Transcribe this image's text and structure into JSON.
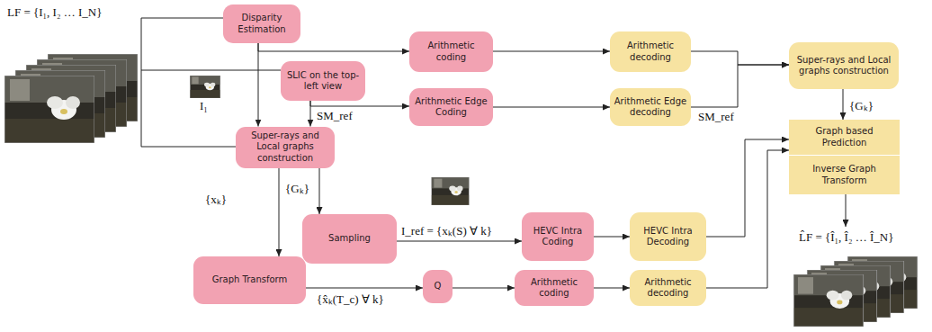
{
  "diagram": {
    "nodes": [
      {
        "text": [
          "Disparity Estimation"
        ]
      },
      {
        "text": [
          "Arithmetic coding"
        ]
      },
      {
        "text": [
          "Arithmetic decoding"
        ]
      },
      {
        "text": [
          "SLIC on the top-left view"
        ]
      },
      {
        "text": [
          "Arithmetic Edge Coding"
        ]
      },
      {
        "text": [
          "Arithmetic Edge decoding"
        ]
      },
      {
        "text": [
          "Super-rays and Local graphs construction"
        ]
      },
      {
        "text": [
          "Super-rays and Local graphs construction"
        ]
      },
      {
        "text": [
          "Graph based Prediction"
        ]
      },
      {
        "text": [
          "Inverse Graph Transform"
        ]
      },
      {
        "text": [
          "Sampling"
        ]
      },
      {
        "text": [
          "HEVC Intra Coding"
        ]
      },
      {
        "text": [
          "HEVC Intra Decoding"
        ]
      },
      {
        "text": [
          "Graph Transform"
        ]
      },
      {
        "text": [
          "Q"
        ]
      },
      {
        "text": [
          "Arithmetic coding"
        ]
      },
      {
        "text": [
          "Arithmetic decoding"
        ]
      }
    ],
    "edges": [
      {
        "from": 0,
        "to": 1,
        "arrow": "to"
      },
      {
        "from": 0,
        "to": 7,
        "arrow": "to"
      },
      {
        "from": 3,
        "to": 4,
        "arrow": "to"
      },
      {
        "from": 3,
        "to": 7,
        "arrow": "to"
      },
      {
        "from": 1,
        "to": 2,
        "arrow": "to"
      },
      {
        "from": 4,
        "to": 5,
        "arrow": "to"
      },
      {
        "from": 2,
        "to": 6,
        "arrow": "to"
      },
      {
        "from": 5,
        "to": 6,
        "arrow": "to"
      },
      {
        "from": 6,
        "to": 8,
        "arrow": "to"
      },
      {
        "from": 7,
        "to": 13,
        "arrow": "to"
      },
      {
        "from": 7,
        "to": 10,
        "arrow": "to"
      },
      {
        "from": 10,
        "to": 11,
        "arrow": "to"
      },
      {
        "from": 11,
        "to": 12,
        "arrow": "to"
      },
      {
        "from": 12,
        "to": 8,
        "arrow": "to"
      },
      {
        "from": 13,
        "to": 14,
        "arrow": "to"
      },
      {
        "from": 14,
        "to": 15,
        "arrow": "to"
      },
      {
        "from": 15,
        "to": 16,
        "arrow": "to"
      },
      {
        "from": 16,
        "to": 8,
        "arrow": "to"
      }
    ],
    "labels": [
      "LF = {I₁, I₂ … I_N}",
      "I₁",
      "SM_ref",
      "{xₖ}",
      "{Gₖ}",
      "I_ref = {xₖ(S) ∀ k}",
      "{x̂ₖ(T_c) ∀ k}",
      "SM_ref",
      "{Gₖ}",
      "L̂F = {Î₁, Î₂ … Î_N}"
    ]
  }
}
